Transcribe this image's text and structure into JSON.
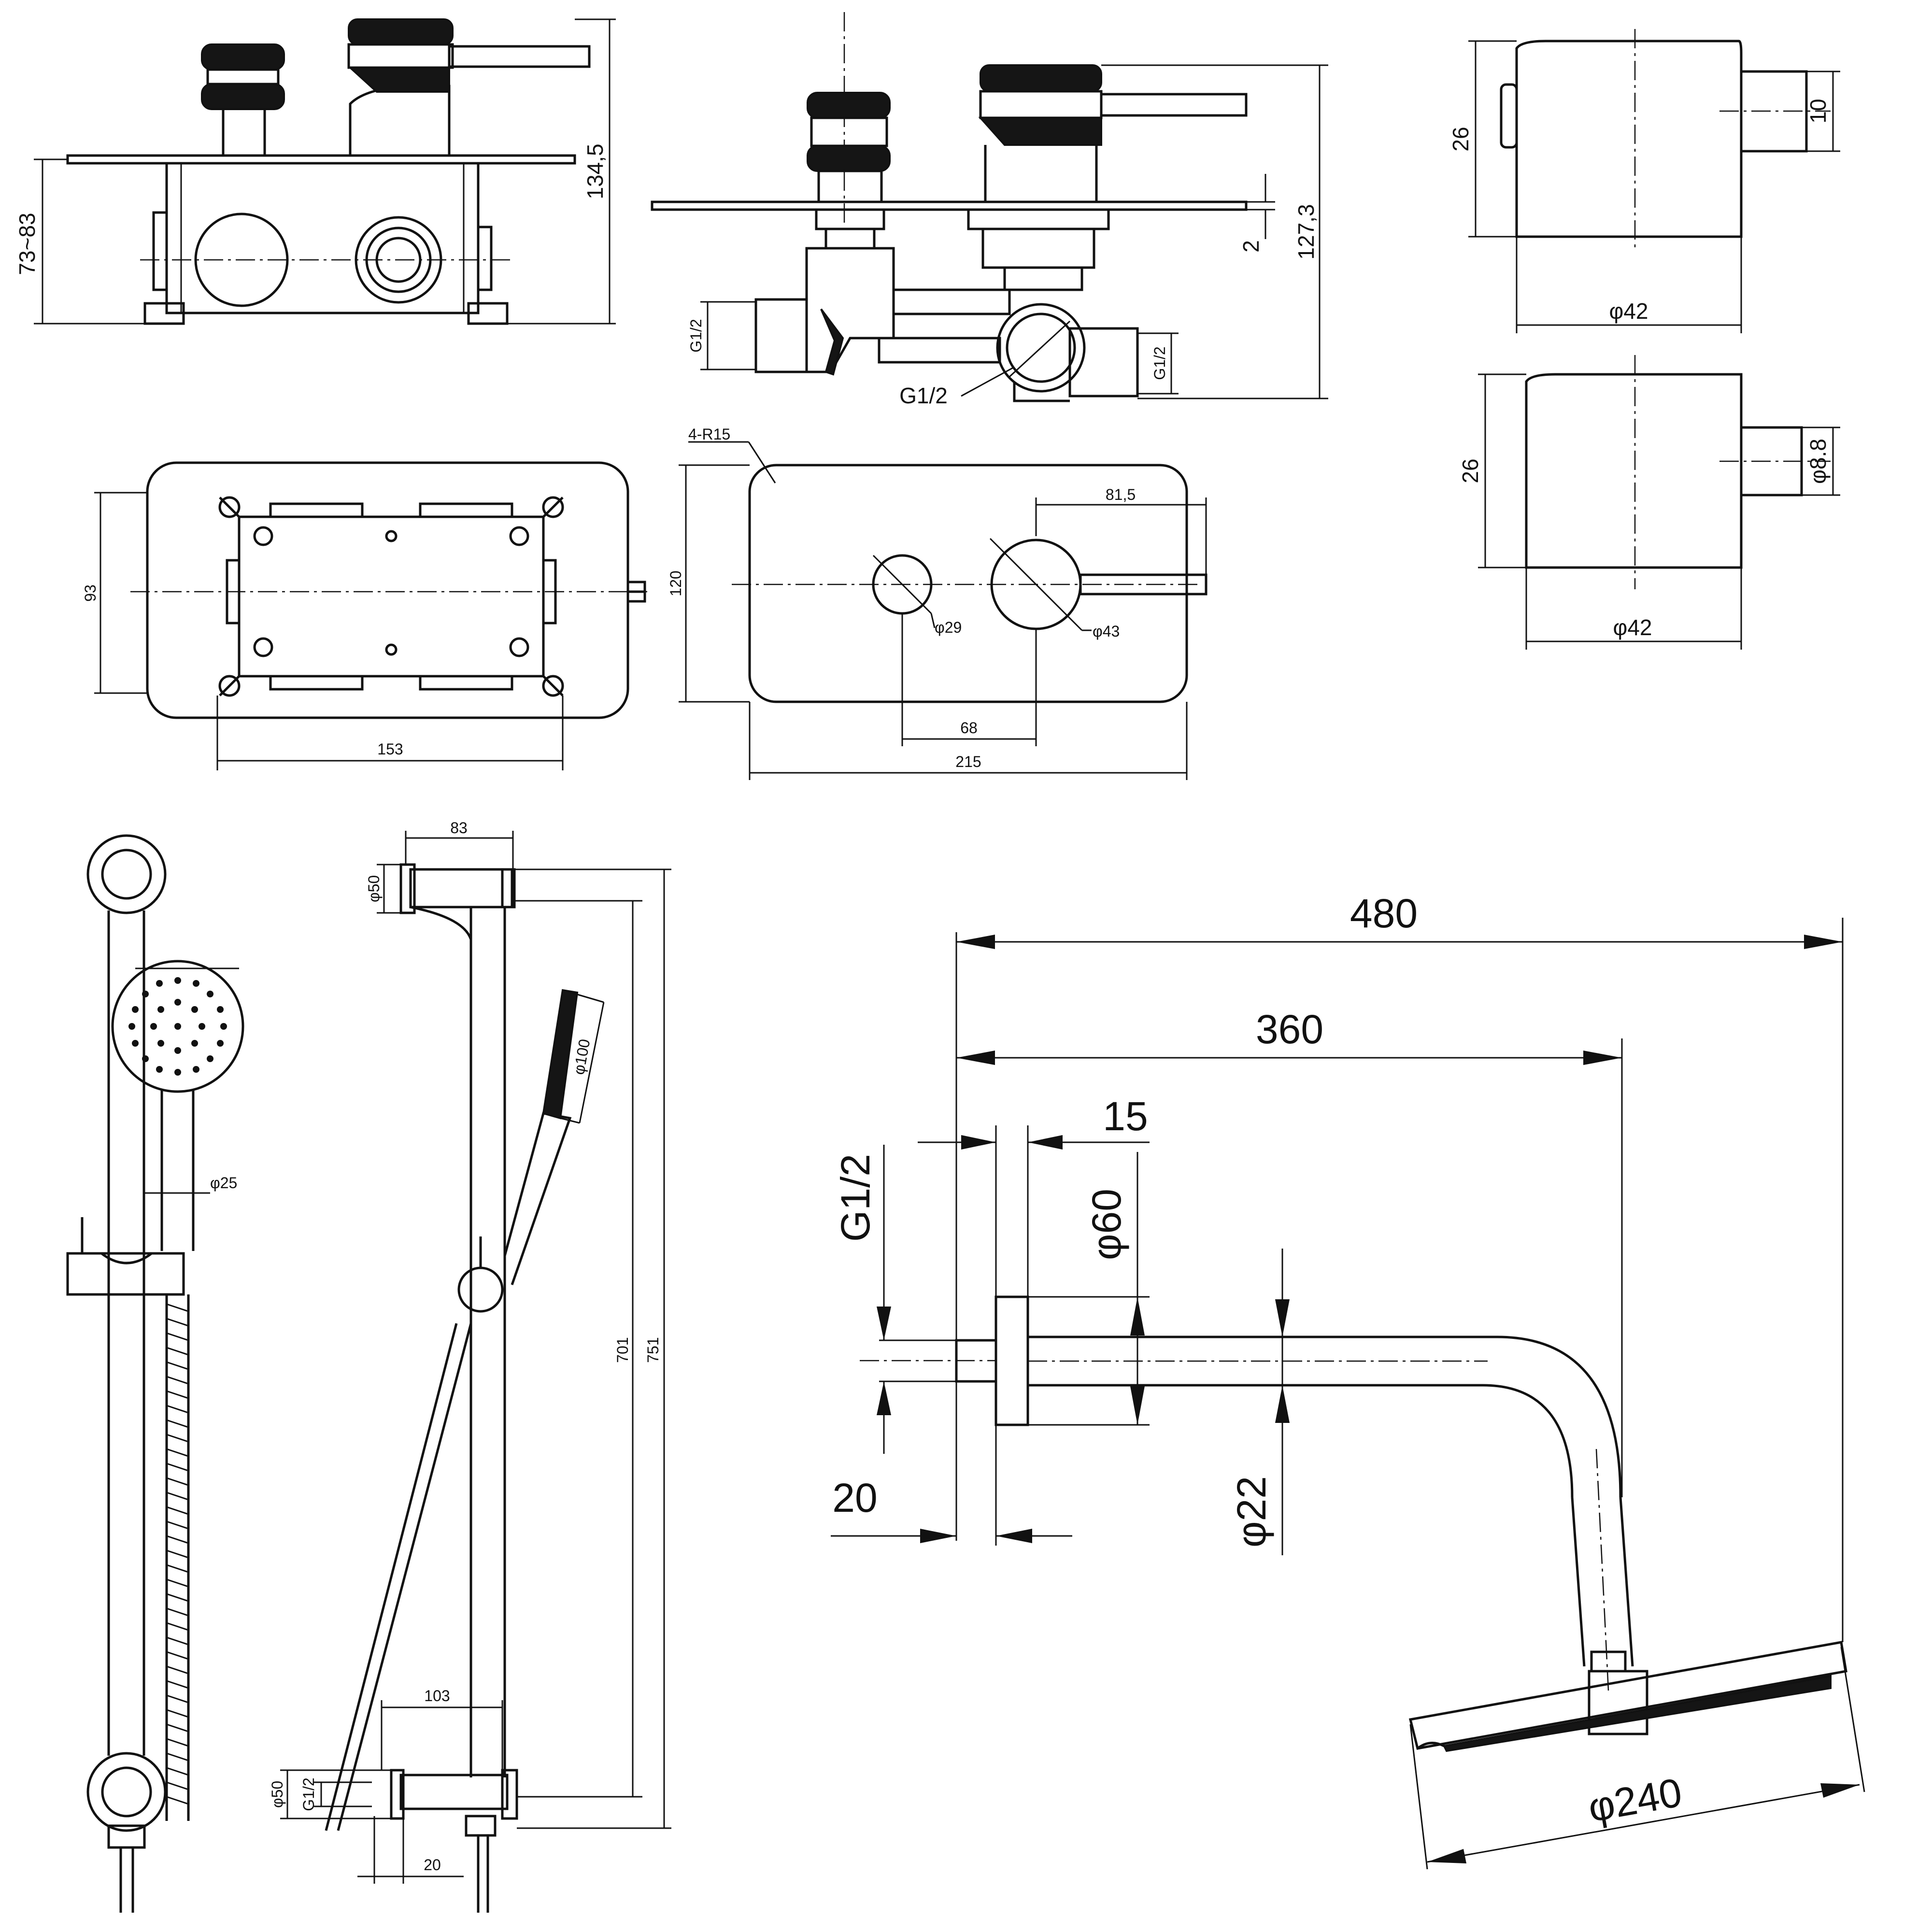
{
  "mixer_front": {
    "height_range": "73~83",
    "total_height": "134,5"
  },
  "mixer_side": {
    "thread_left": "G1/2",
    "thread_bottom": "G1/2",
    "thread_right": "G1/2",
    "plate": "2",
    "total_height": "127,3"
  },
  "mixer_box": {
    "height": "93",
    "width": "153"
  },
  "faceplate": {
    "corner_radius": "4-R15",
    "height": "120",
    "lever_len": "81,5",
    "dia_small": "φ29",
    "dia_large": "φ43",
    "spacing": "68",
    "width": "215"
  },
  "wall_outlet": {
    "height": "26",
    "nipple": "10",
    "diameter": "φ42"
  },
  "wall_elbow": {
    "height": "26",
    "nipple": "φ8.8",
    "diameter": "φ42"
  },
  "rail_front": {
    "handle_dia": "φ25"
  },
  "rail_side": {
    "bracket_depth": "83",
    "bracket_dia_top": "φ50",
    "head_dia": "φ100",
    "rail_inner": "701",
    "rail_total": "751",
    "lower_depth": "103",
    "bracket_dia_bottom": "φ50",
    "thread": "G1/2",
    "lower_offset": "20"
  },
  "shower_arm": {
    "total_len": "480",
    "arm_len": "360",
    "flange": "15",
    "thread": "G1/2",
    "flange_dia": "φ60",
    "pipe_dia": "φ22",
    "thread_len": "20",
    "head_dia": "φ240"
  }
}
